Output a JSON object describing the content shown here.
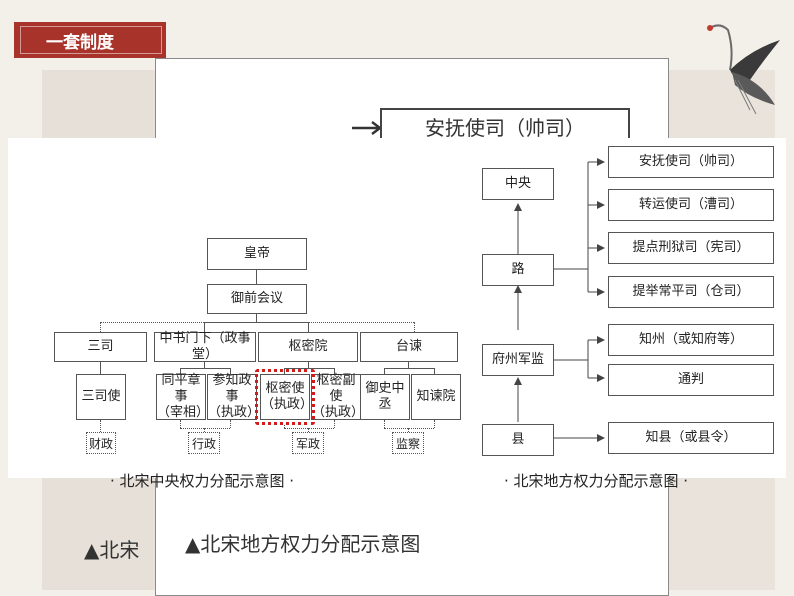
{
  "slide": {
    "title": "一套制度",
    "bg_top_box": "安抚使司（帅司）",
    "bg_caption_right": "▲北宋地方权力分配示意图",
    "bg_caption_left": "▲北宋"
  },
  "central": {
    "emperor": "皇帝",
    "council": "御前会议",
    "depts": [
      "三司",
      "中书门下（政事堂）",
      "枢密院",
      "台谏"
    ],
    "officials": [
      "三司使",
      "同平章事\n（宰相）",
      "参知政事\n（执政）",
      "枢密使\n（执政）",
      "枢密副使\n（执政）",
      "御史中丞",
      "知谏院"
    ],
    "functions": [
      "财政",
      "行政",
      "军政",
      "监察"
    ],
    "caption": "· 北宋中央权力分配示意图 ·"
  },
  "local": {
    "center": "中央",
    "circuit": "路",
    "prefecture": "府州军监",
    "county": "县",
    "circuit_offices": [
      "安抚使司（帅司）",
      "转运使司（漕司）",
      "提点刑狱司（宪司）",
      "提举常平司（仓司）"
    ],
    "prefecture_offices": [
      "知州（或知府等）",
      "通判"
    ],
    "county_office": "知县（或县令）",
    "caption": "· 北宋地方权力分配示意图 ·"
  },
  "colors": {
    "accent": "#a8332a",
    "highlight": "#d21b1b"
  }
}
